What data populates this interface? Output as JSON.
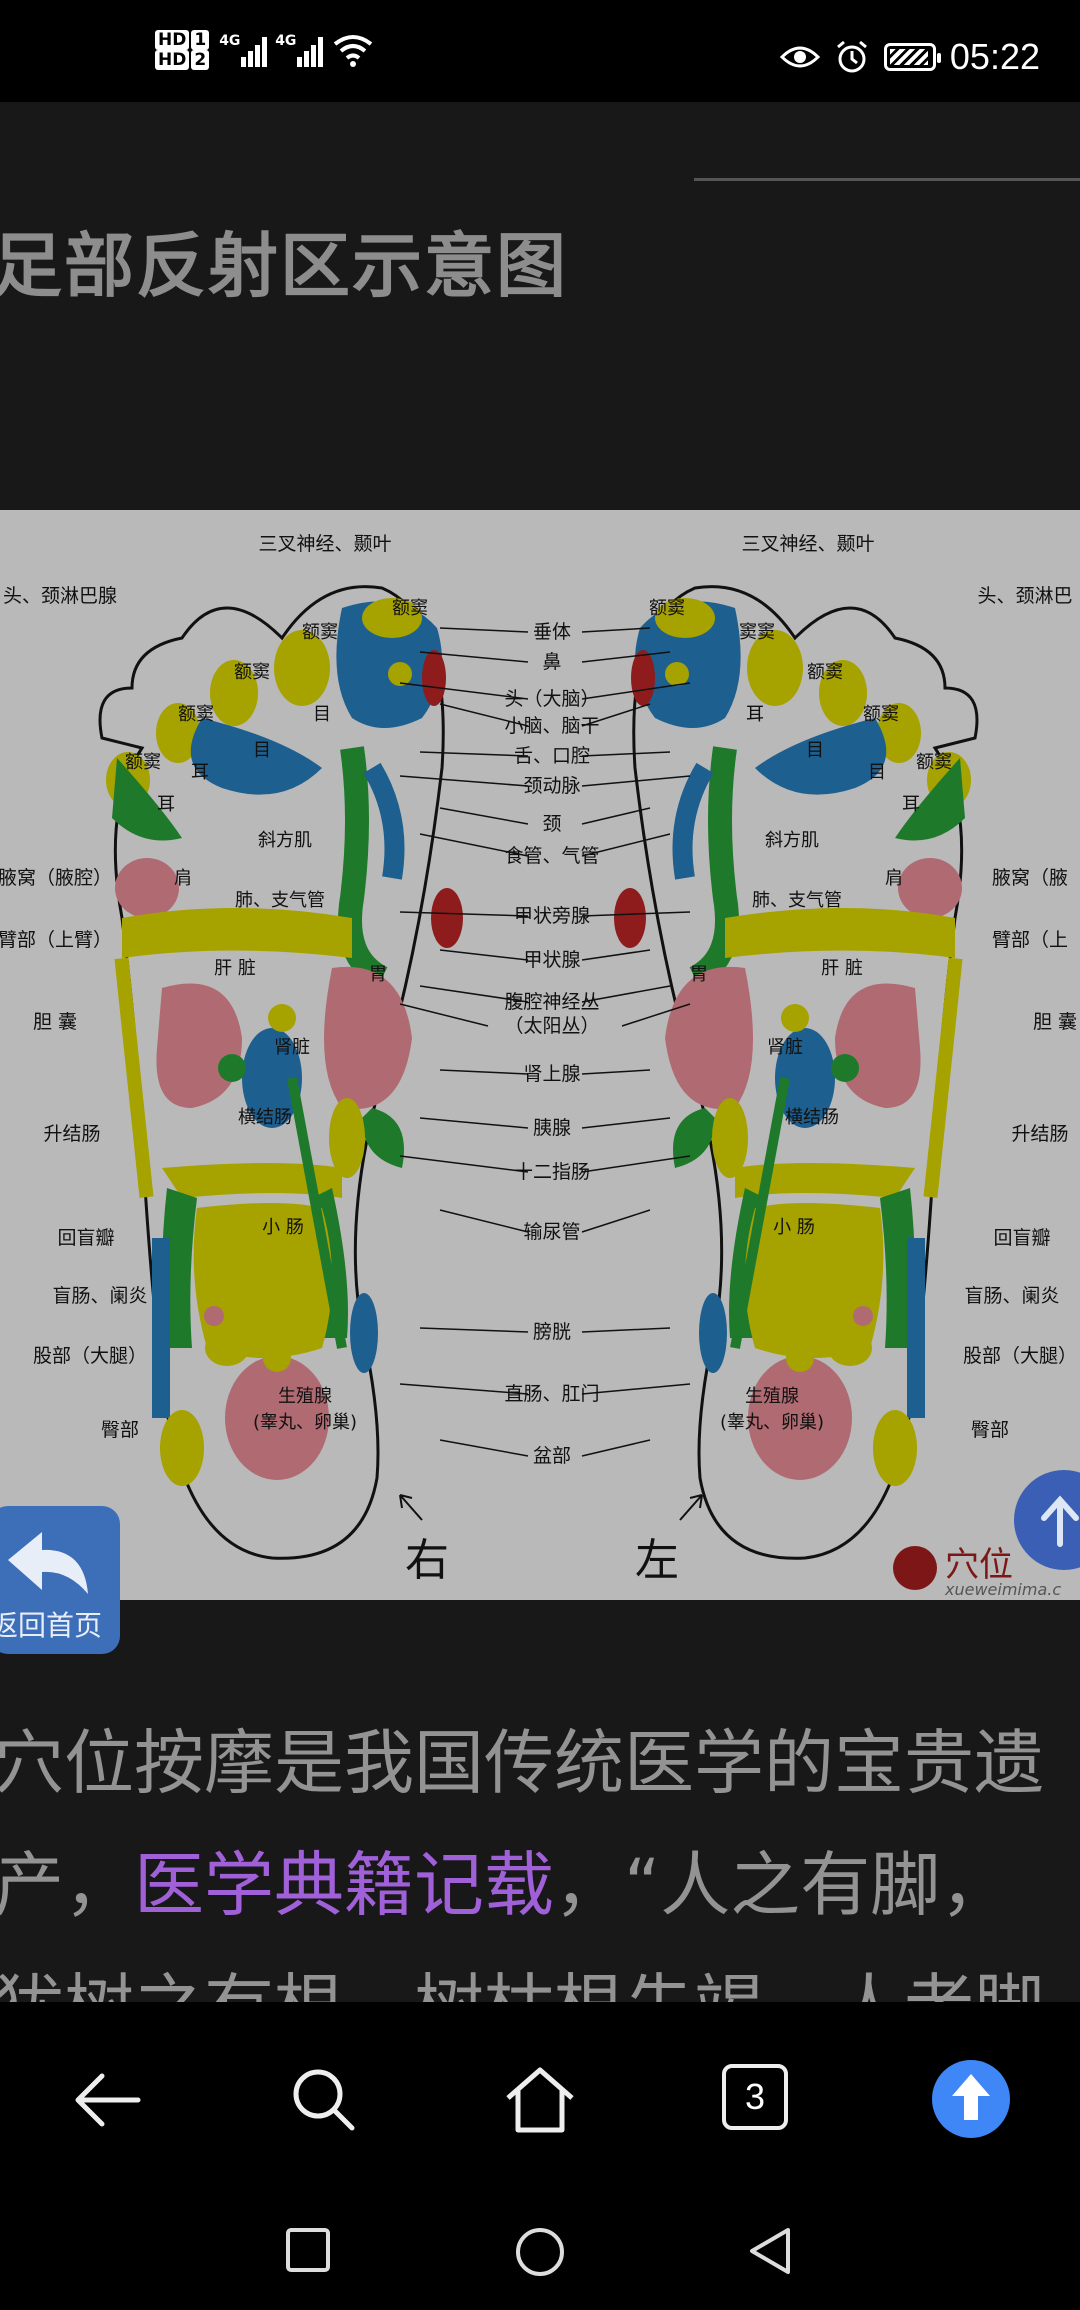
{
  "status_bar": {
    "sim1": "HD",
    "sim1_index": "1",
    "sim2": "HD",
    "sim2_index": "2",
    "net1": "4G",
    "net2": "4G",
    "time": "05:22"
  },
  "page": {
    "title": "足部反射区示意图"
  },
  "diagram": {
    "right_foot_label": "右",
    "left_foot_label": "左",
    "watermark_text": "穴位",
    "watermark_url": "xueweimima.c",
    "center_labels": [
      "垂体",
      "鼻",
      "头（大脑）",
      "小脑、脑干",
      "舌、口腔",
      "颈动脉",
      "颈",
      "食管、气管",
      "甲状旁腺",
      "甲状腺",
      "腹腔神经丛",
      "（太阳丛）",
      "肾上腺",
      "胰腺",
      "十二指肠",
      "输尿管",
      "膀胱",
      "直肠、肛门",
      "盆部"
    ],
    "right_side_labels": [
      "三叉神经、颞叶",
      "头、颈淋巴腺",
      "腋窝（腋腔）",
      "臂部（上臂）",
      "胆 囊",
      "升结肠",
      "回盲瓣",
      "盲肠、阑炎",
      "股部（大腿）",
      "臀部"
    ],
    "left_side_labels": [
      "三叉神经、颞叶",
      "头、颈淋巴",
      "腋窝（腋",
      "臂部（上",
      "胆 囊",
      "升结肠",
      "回盲瓣",
      "盲肠、阑炎",
      "股部（大腿）",
      "臀部"
    ],
    "foot_labels_right": [
      "额窦",
      "额窦",
      "额窦",
      "额窦",
      "额窦",
      "耳",
      "目",
      "目",
      "耳",
      "斜方肌",
      "肩",
      "肺、支气管",
      "肝 脏",
      "胃",
      "肾脏",
      "横结肠",
      "小 肠",
      "生殖腺",
      "(睾丸、卵巢)"
    ],
    "foot_labels_left": [
      "额窦",
      "窦窦",
      "额窦",
      "额窦",
      "额窦",
      "目",
      "目",
      "耳",
      "耳",
      "斜方肌",
      "肩",
      "肺、支气管",
      "肝 脏",
      "胃",
      "肾脏",
      "横结肠",
      "小 肠",
      "生殖腺",
      "(睾丸、卵巢)"
    ]
  },
  "article": {
    "line1": "穴位按摩是我国传统医学的宝贵遗",
    "line2_before": "产，",
    "line2_link": "医学典籍记载",
    "line2_after": "，“人之有脚，",
    "line3": "犹树之有根，树枯根先竭，人老脚"
  },
  "floating": {
    "home_label": "返回首页"
  },
  "toolbar": {
    "back_icon": "back-arrow-icon",
    "search_icon": "search-icon",
    "home_icon": "home-icon",
    "tab_count": "3",
    "upload_icon": "upload-arrow-icon"
  },
  "colors": {
    "diagram_bg": "#b9b9b9",
    "blue_zone": "#1d5f8f",
    "yellow_zone": "#a6a200",
    "green_zone": "#1e7a2a",
    "pink_zone": "#b06a72",
    "red_zone": "#8e1c1c",
    "link": "#a060d8"
  }
}
